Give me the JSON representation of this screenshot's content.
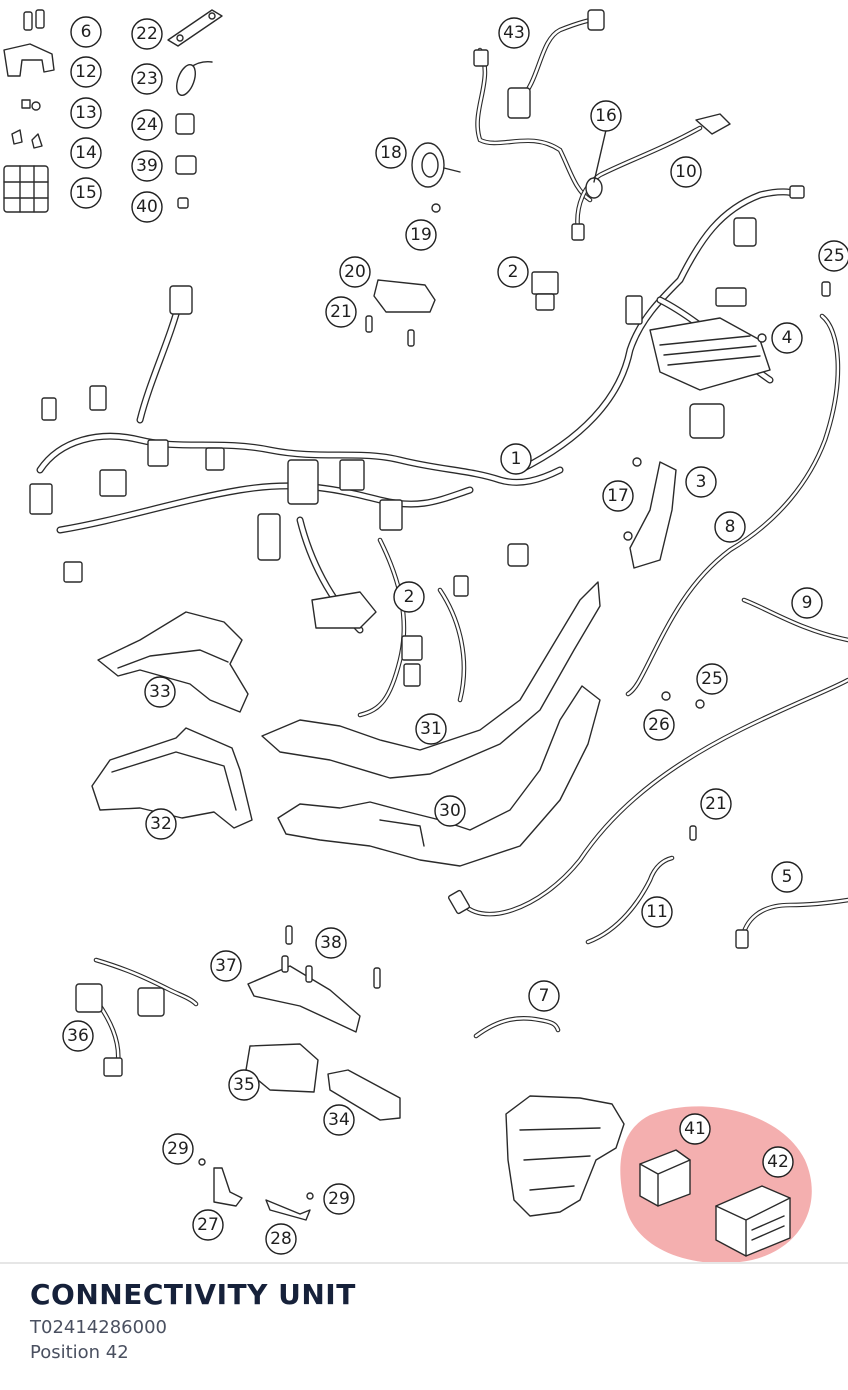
{
  "diagram": {
    "highlight_color": "#f2a1a1",
    "highlighted_parts": [
      "41",
      "42"
    ],
    "callouts": [
      "6",
      "12",
      "13",
      "14",
      "15",
      "22",
      "23",
      "24",
      "39",
      "40",
      "43",
      "18",
      "19",
      "16",
      "10",
      "25",
      "20",
      "21",
      "2",
      "4",
      "1",
      "3",
      "17",
      "8",
      "9",
      "33",
      "31",
      "25",
      "26",
      "32",
      "30",
      "21",
      "5",
      "11",
      "37",
      "38",
      "7",
      "36",
      "35",
      "34",
      "41",
      "42",
      "29",
      "29",
      "27",
      "28"
    ]
  },
  "part_info": {
    "title": "CONNECTIVITY UNIT",
    "part_number": "T02414286000",
    "position": "Position 42"
  }
}
